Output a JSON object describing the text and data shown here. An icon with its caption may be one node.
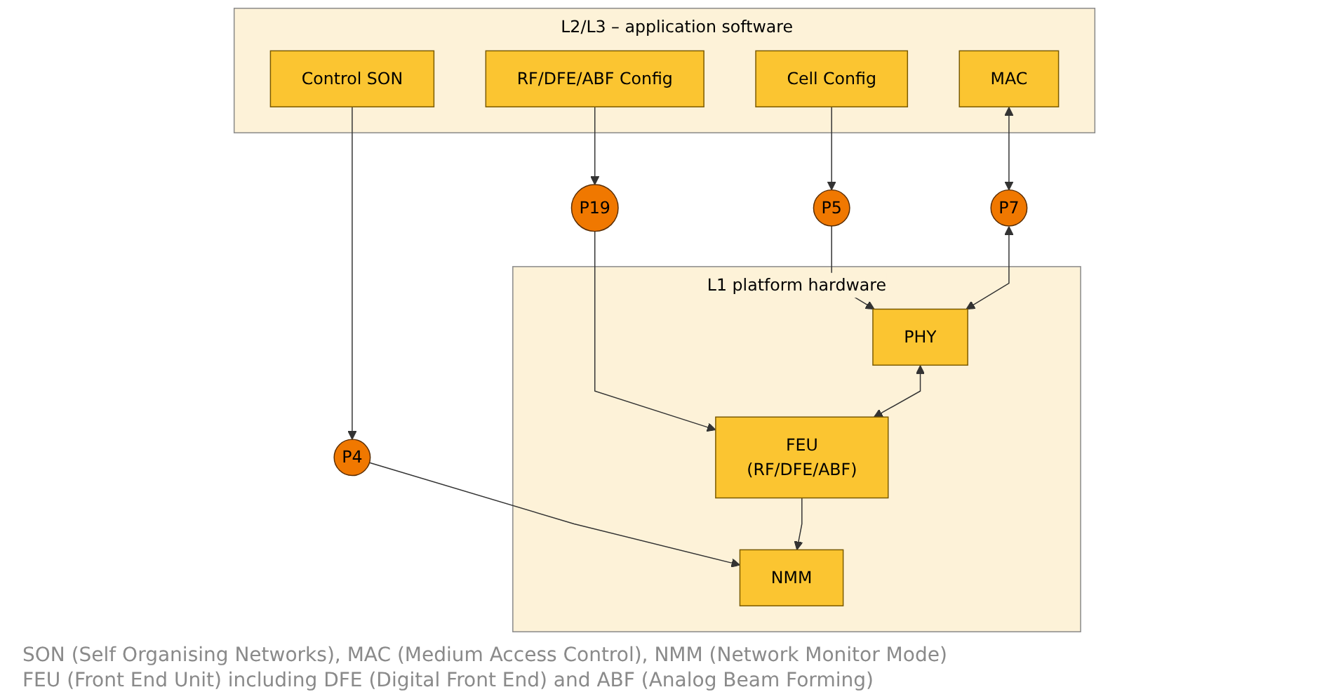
{
  "diagram": {
    "nodes": [
      {
        "text": [
          "L2/L3 – application software"
        ]
      },
      {
        "text": [
          "Control SON"
        ],
        "in": 0
      },
      {
        "text": [
          "Cell Config"
        ],
        "in": 0
      },
      {
        "text": [
          "MAC"
        ],
        "in": 0
      },
      {
        "text": [
          "RF/DFE/ABF Config"
        ],
        "in": 0
      },
      {
        "text": [
          "L1 platform hardware"
        ]
      },
      {
        "text": [
          "P4"
        ]
      },
      {
        "text": [
          "P5"
        ]
      },
      {
        "text": [
          "P7"
        ]
      },
      {
        "text": [
          "P19"
        ]
      },
      {
        "text": [
          "PHY"
        ],
        "in": 5
      },
      {
        "text": [
          "FEU",
          "(RF/DFE/ABF)"
        ],
        "in": 5
      },
      {
        "text": [
          "NMM"
        ],
        "in": 5
      }
    ],
    "edges": [
      {
        "from": 1,
        "to": 6,
        "arrow": "to"
      },
      {
        "from": 2,
        "to": 7,
        "arrow": "to"
      },
      {
        "from": 3,
        "to": 8,
        "arrow": "both"
      },
      {
        "from": 4,
        "to": 9,
        "arrow": "to"
      },
      {
        "from": 6,
        "to": 12,
        "arrow": "to"
      },
      {
        "from": 7,
        "to": 10,
        "arrow": "to"
      },
      {
        "from": 8,
        "to": 10,
        "arrow": "both"
      },
      {
        "from": 9,
        "to": 11,
        "arrow": "to"
      },
      {
        "from": 10,
        "to": 11,
        "arrow": "both"
      },
      {
        "from": 11,
        "to": 12,
        "arrow": "to"
      }
    ],
    "labels": [
      "SON (Self Organising Networks), MAC (Medium Access Control), NMM (Network Monitor Mode)",
      "FEU (Front End Unit) including DFE (Digital Front End) and ABF (Analog Beam Forming)"
    ]
  }
}
